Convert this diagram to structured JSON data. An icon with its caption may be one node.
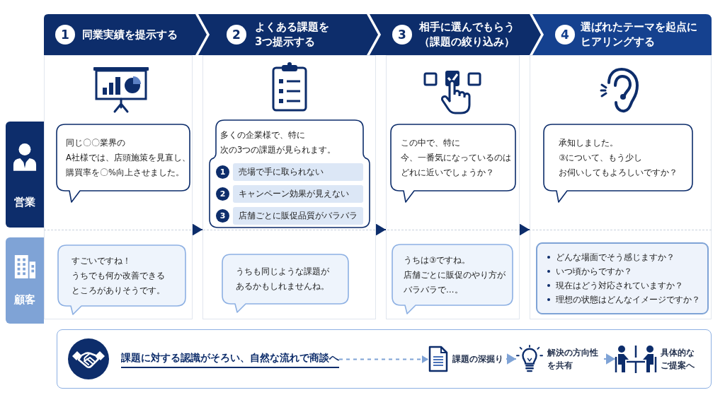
{
  "diagram": {
    "nodes": [
      {
        "text": [
          "1",
          "同業実績を提示する"
        ]
      },
      {
        "text": [
          "2",
          "よくある課題を3つ提示する"
        ]
      },
      {
        "text": [
          "3",
          "相手に選んでもらう（課題の絞り込み）"
        ]
      },
      {
        "text": [
          "4",
          "選ばれたテーマを起点にヒアリングする"
        ]
      },
      {
        "text": [],
        "shape": "box"
      },
      {
        "text": [],
        "shape": "box"
      },
      {
        "text": [],
        "shape": "box"
      },
      {
        "text": [],
        "shape": "box"
      },
      {
        "text": [
          "営業"
        ]
      },
      {
        "text": [
          "同じ〇〇業界のA社様では、店頭施策を見直し、購買率を〇%向上させました。"
        ],
        "in": 4
      },
      {
        "text": [
          "多くの企業様で、特に次の3つの課題が見られます。"
        ],
        "in": 5
      },
      {
        "text": [
          "1",
          "売場で手に取られない"
        ],
        "in": 10
      },
      {
        "text": [
          "2",
          "キャンペーン効果が見えない"
        ],
        "in": 10
      },
      {
        "text": [
          "3",
          "店舗ごとに販促品質がバラバラ"
        ],
        "in": 10
      },
      {
        "text": [
          "この中で、特に今、一番気になっているのはどれに近いでしょうか？"
        ],
        "in": 6
      },
      {
        "text": [
          "承知しました。③について、もう少しお伺いしてもよろしいですか？"
        ],
        "in": 7
      },
      {
        "text": [
          "顧客"
        ]
      },
      {
        "text": [
          "すごいですね！うちでも何か改善できるところがありそうです。"
        ],
        "in": 4
      },
      {
        "text": [
          "うちも同じような課題があるかもしれませんね。"
        ],
        "in": 5
      },
      {
        "text": [
          "うちは③ですね。店舗ごとに販促のやり方がバラバラで…。"
        ],
        "in": 6
      },
      {
        "text": [
          "どんな場面でそう感じますか？",
          "いつ頃からですか？",
          "現在はどう対応されていますか？",
          "理想の状態はどんなイメージですか？"
        ],
        "in": 7
      },
      {
        "text": [],
        "shape": "box"
      },
      {
        "text": [
          "課題に対する認識がそろい、自然な流れで商談へ"
        ],
        "in": 21
      },
      {
        "text": [
          "課題の深掘り"
        ],
        "in": 21
      },
      {
        "text": [
          "解決の方向性を共有"
        ],
        "in": 21
      },
      {
        "text": [
          "具体的なご提案へ"
        ],
        "in": 21
      }
    ],
    "edges": [
      {
        "from": 4,
        "to": 5,
        "arrow": "to"
      },
      {
        "from": 5,
        "to": 6,
        "arrow": "to"
      },
      {
        "from": 6,
        "to": 7,
        "arrow": "to"
      },
      {
        "from": 22,
        "to": 23,
        "arrow": "to",
        "style": "dashed",
        "color": "#7fa3d6"
      },
      {
        "from": 23,
        "to": 24,
        "arrow": "to",
        "color": "#7fa3d6"
      },
      {
        "from": 24,
        "to": 25,
        "arrow": "to",
        "color": "#7fa3d6"
      }
    ]
  }
}
